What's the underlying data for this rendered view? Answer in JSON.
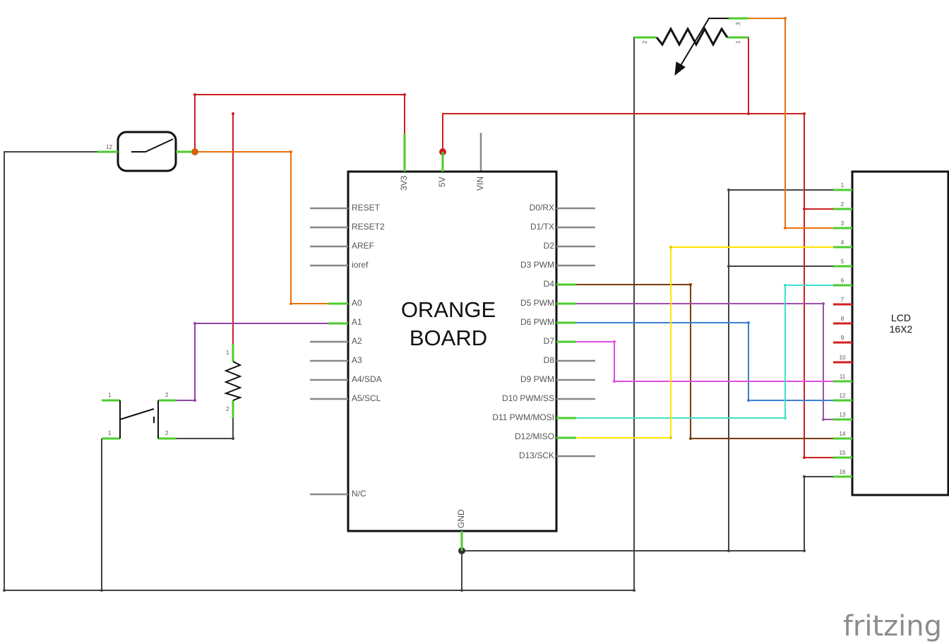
{
  "board": {
    "title_line1": "ORANGE",
    "title_line2": "BOARD",
    "top_pins": [
      "3V3",
      "5V",
      "VIN"
    ],
    "left_pins": [
      "RESET",
      "RESET2",
      "AREF",
      "ioref",
      "A0",
      "A1",
      "A2",
      "A3",
      "A4/SDA",
      "A5/SCL",
      "N/C"
    ],
    "right_pins": [
      "D0/RX",
      "D1/TX",
      "D2",
      "D3 PWM",
      "D4",
      "D5 PWM",
      "D6 PWM",
      "D7",
      "D8",
      "D9 PWM",
      "D10 PWM/SS",
      "D11 PWM/MOSI",
      "D12/MISO",
      "D13/SCK"
    ],
    "bottom_pin": "GND"
  },
  "lcd": {
    "title_line1": "LCD",
    "title_line2": "16X2",
    "pins": [
      "1",
      "2",
      "3",
      "4",
      "5",
      "6",
      "7",
      "8",
      "9",
      "10",
      "11",
      "12",
      "13",
      "14",
      "15",
      "16"
    ]
  },
  "potentiometer": {
    "pins": [
      "2",
      "3",
      "1"
    ]
  },
  "switch": {
    "pin_label": "12"
  },
  "pushbutton": {
    "pins": [
      "1",
      "2",
      "1",
      "2"
    ]
  },
  "resistor": {
    "pins": [
      "1",
      "2"
    ]
  },
  "branding": {
    "logo": "fritzing"
  },
  "colors": {
    "ground": "#444444",
    "power": "#cc1f1f",
    "signal_a0": "#e8720c",
    "signal_a1": "#8e44a3",
    "d4": "#7a3b06",
    "d5": "#9b4fa8",
    "d6": "#3a7fcf",
    "d7": "#e04ee0",
    "d11": "#40e0c8",
    "d12": "#ffe500",
    "pin_stub": "#4ccc2e",
    "lcd_unused_pin": "#d22222"
  }
}
